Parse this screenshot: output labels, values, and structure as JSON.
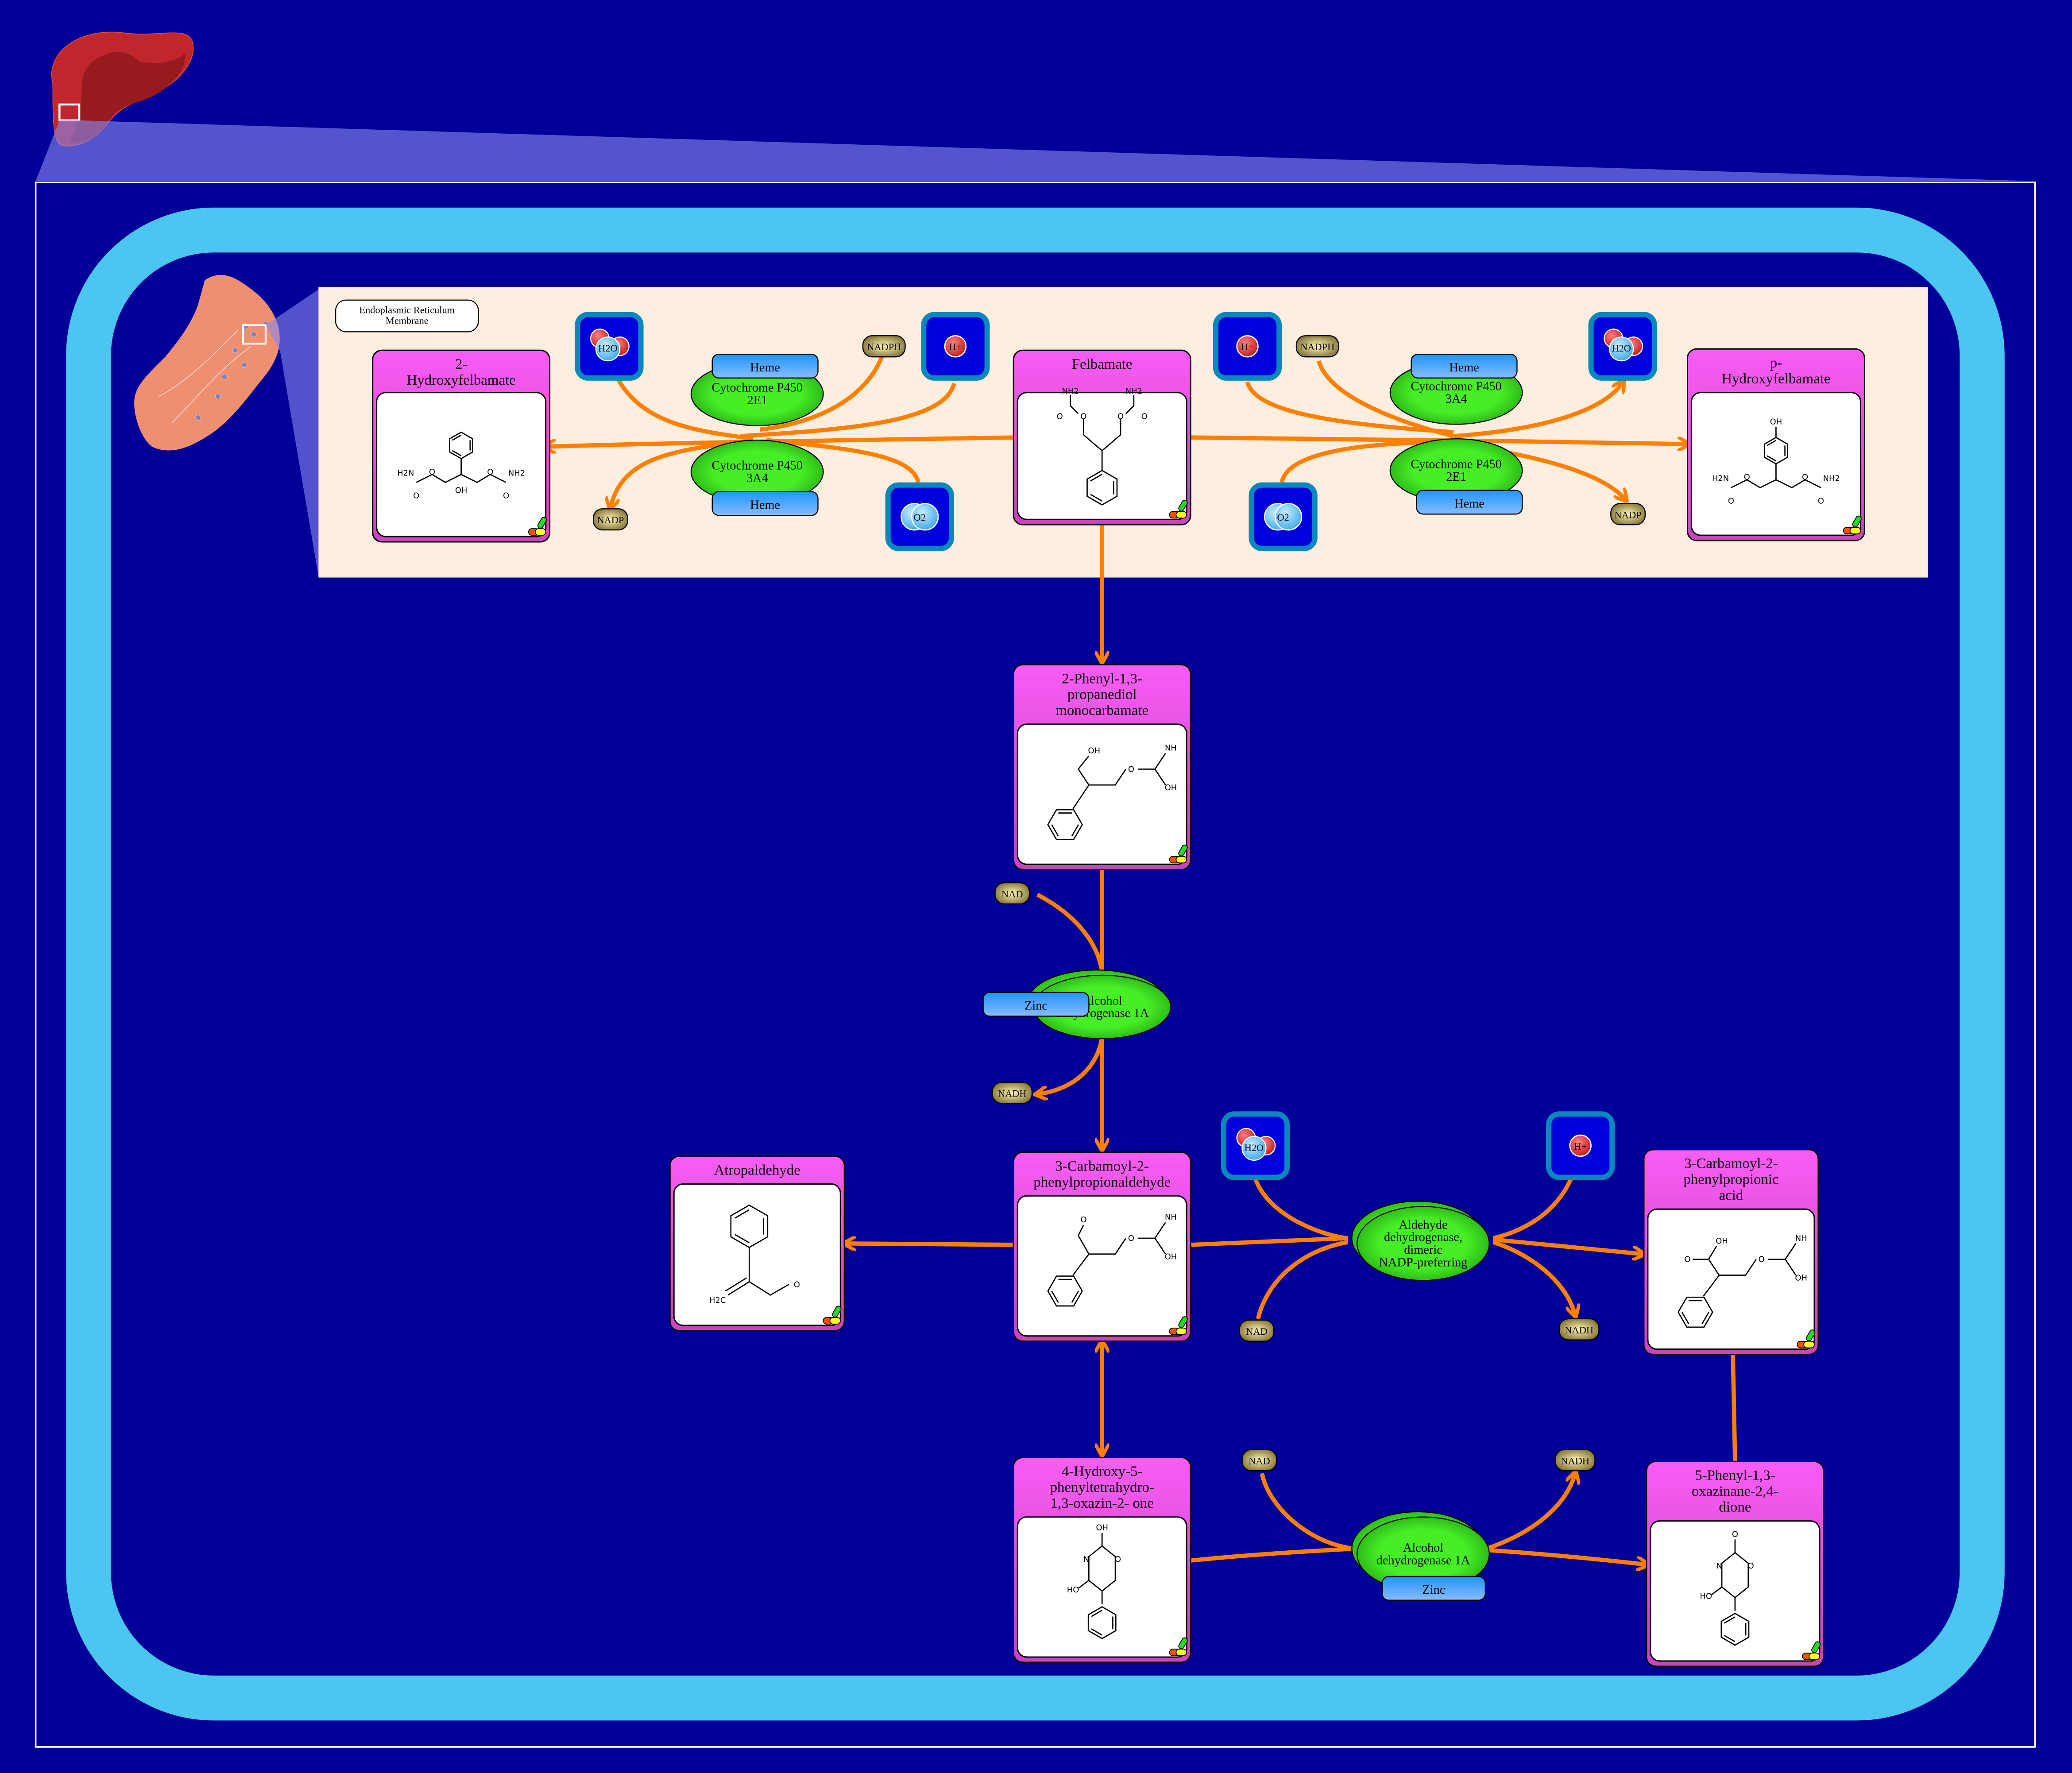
{
  "diagram": {
    "title": "Felbamate Metabolism Pathway",
    "organ": "liver-icon",
    "organelle": "endoplasmic-reticulum-icon",
    "compartment_label": "Endoplasmic Reticulum Membrane",
    "colors": {
      "background": "#000099",
      "cell_border": "#4ac6f0",
      "er_panel": "#fdeee0",
      "compound_header": "#f55af2",
      "enzyme": "#44ee22",
      "cofactor_box": "#55aaff",
      "small_molecule": "#c8b86a",
      "arrow": "#ff8000"
    },
    "compounds": [
      {
        "id": "felbamate",
        "name": "Felbamate",
        "lines": [
          "Felbamate"
        ]
      },
      {
        "id": "hydroxy2",
        "name": "2-Hydroxyfelbamate",
        "lines": [
          "2-",
          "Hydroxyfelbamate"
        ]
      },
      {
        "id": "phydroxy",
        "name": "p-Hydroxyfelbamate",
        "lines": [
          "p-",
          "Hydroxyfelbamate"
        ]
      },
      {
        "id": "monocarb",
        "name": "2-Phenyl-1,3-propanediol monocarbamate",
        "lines": [
          "2-Phenyl-1,3-",
          "propanediol",
          "monocarbamate"
        ]
      },
      {
        "id": "aldehyde",
        "name": "3-Carbamoyl-2-phenylpropionaldehyde",
        "lines": [
          "3-Carbamoyl-2-",
          "phenylpropionaldehyde"
        ]
      },
      {
        "id": "atropal",
        "name": "Atropaldehyde",
        "lines": [
          "Atropaldehyde"
        ]
      },
      {
        "id": "acid",
        "name": "3-Carbamoyl-2-phenylpropionic acid",
        "lines": [
          "3-Carbamoyl-2-",
          "phenylpropionic",
          "acid"
        ]
      },
      {
        "id": "oxazinol",
        "name": "4-Hydroxy-5-phenyltetrahydro-1,3-oxazin-2- one",
        "lines": [
          "4-Hydroxy-5-",
          "phenyltetrahydro-",
          "1,3-oxazin-2- one"
        ]
      },
      {
        "id": "dione",
        "name": "5-Phenyl-1,3-oxazinane-2,4-dione",
        "lines": [
          "5-Phenyl-1,3-",
          "oxazinane-2,4-",
          "dione"
        ]
      }
    ],
    "enzymes": [
      {
        "id": "cyp2e1_left",
        "lines": [
          "Cytochrome P450",
          "2E1"
        ],
        "cofactor": "Heme"
      },
      {
        "id": "cyp3a4_left",
        "lines": [
          "Cytochrome P450",
          "3A4"
        ],
        "cofactor": "Heme"
      },
      {
        "id": "cyp3a4_right",
        "lines": [
          "Cytochrome P450",
          "3A4"
        ],
        "cofactor": "Heme"
      },
      {
        "id": "cyp2e1_right",
        "lines": [
          "Cytochrome P450",
          "2E1"
        ],
        "cofactor": "Heme"
      },
      {
        "id": "adh1a_mid",
        "lines": [
          "Alcohol",
          "dehydrogenase 1A"
        ],
        "cofactor": "Zinc"
      },
      {
        "id": "aldh",
        "lines": [
          "Aldehyde",
          "dehydrogenase,",
          "dimeric",
          "NADP-preferring"
        ],
        "cofactor": ""
      },
      {
        "id": "adh1a_bottom",
        "lines": [
          "Alcohol",
          "dehydrogenase 1A"
        ],
        "cofactor": "Zinc"
      }
    ],
    "cofactors": {
      "nadph": "NADPH",
      "nadp": "NADP",
      "nad": "NAD",
      "nadh": "NADH"
    },
    "small_molecules": {
      "water": "H2O",
      "proton": "H+",
      "oxygen": "O2"
    },
    "atoms": {
      "nh2": "NH2",
      "h2n": "H2N",
      "o": "O",
      "oh": "OH",
      "ho": "HO",
      "nh": "NH",
      "n": "N",
      "h2c": "H2C"
    }
  }
}
